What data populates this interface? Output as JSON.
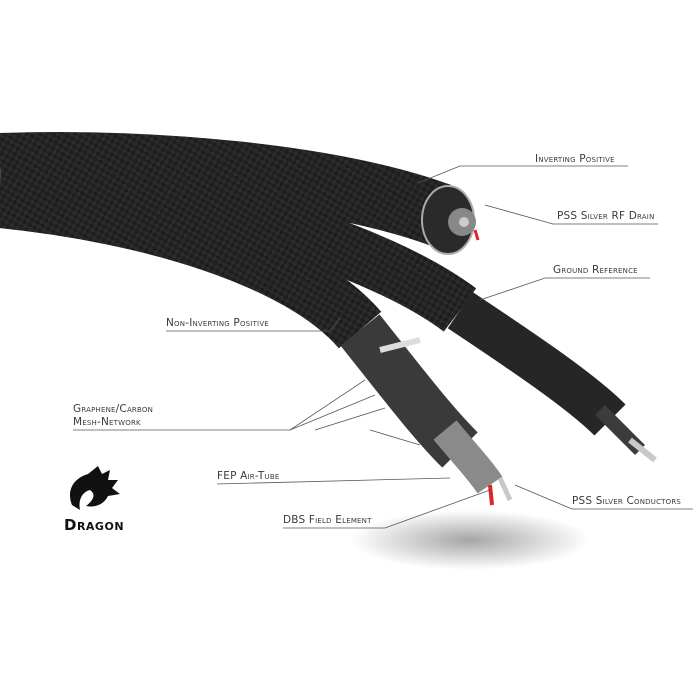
{
  "labels": {
    "inverting_positive": "Inverting Positive",
    "pss_silver_rf_drain": "PSS Silver RF Drain",
    "ground_reference": "Ground Reference",
    "non_inverting_positive": "Non-Inverting Positive",
    "graphene_line1": "Graphene/Carbon",
    "graphene_line2": "Mesh-Network",
    "fep_air_tube": "FEP Air-Tube",
    "dbs_field_element": "DBS Field Element",
    "pss_silver_conductors": "PSS Silver Conductors"
  },
  "logo": {
    "text": "Dragon",
    "icon": "dragon-head-icon"
  },
  "colors": {
    "cable": "#1c1c1c",
    "accent_red": "#d8262b",
    "silver": "#c8c8c8",
    "text": "#3a3a3a"
  }
}
